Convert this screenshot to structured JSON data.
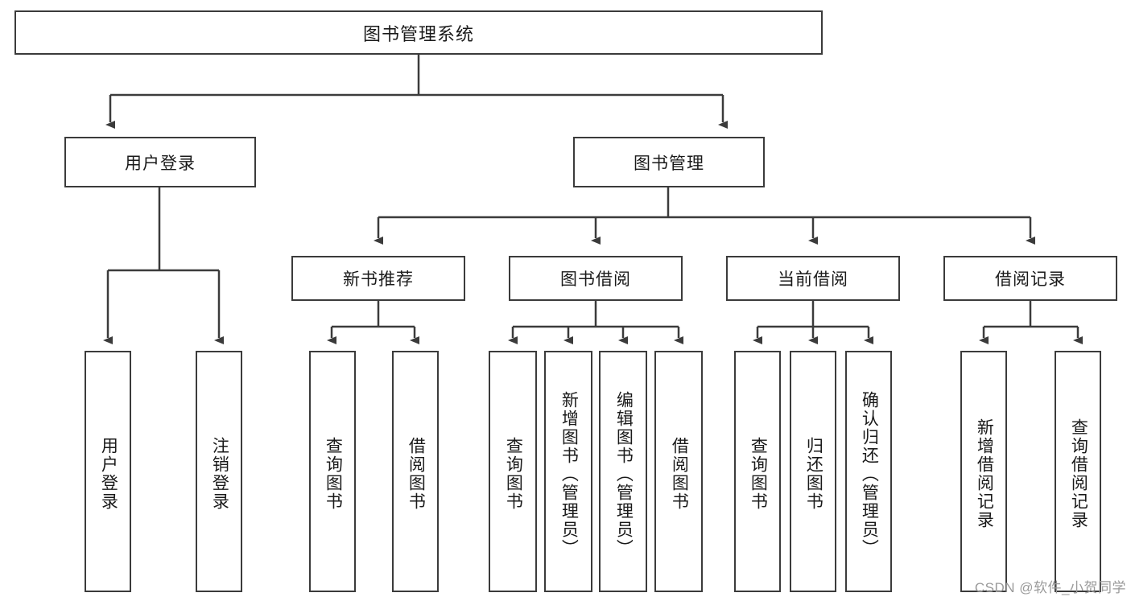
{
  "diagram": {
    "title": "图书管理系统",
    "type": "tree-hierarchy",
    "watermark": "CSDN @软件_小贺同学",
    "colors": {
      "stroke": "#3b3b3b",
      "fill": "#ffffff",
      "text": "#1a1a1a",
      "watermark": "#9a9a9a"
    },
    "levels": {
      "root": "图书管理系统",
      "level2": [
        "用户登录",
        "图书管理"
      ],
      "level3": [
        "新书推荐",
        "图书借阅",
        "当前借阅",
        "借阅记录"
      ]
    },
    "nodes": {
      "root": {
        "label": "图书管理系统"
      },
      "user_login": {
        "label": "用户登录"
      },
      "book_manage": {
        "label": "图书管理"
      },
      "new_book_rec": {
        "label": "新书推荐"
      },
      "book_borrow": {
        "label": "图书借阅"
      },
      "current_borrow": {
        "label": "当前借阅"
      },
      "borrow_record": {
        "label": "借阅记录"
      },
      "leaf_user_login": {
        "label": "用户登录"
      },
      "leaf_logout": {
        "label": "注销登录"
      },
      "leaf_query_book_1": {
        "label": "查询图书"
      },
      "leaf_borrow_book_1": {
        "label": "借阅图书"
      },
      "leaf_query_book_2": {
        "label": "查询图书"
      },
      "leaf_add_book": {
        "label": "新增图书（管理员）"
      },
      "leaf_edit_book": {
        "label": "编辑图书（管理员）"
      },
      "leaf_borrow_book_2": {
        "label": "借阅图书"
      },
      "leaf_query_book_3": {
        "label": "查询图书"
      },
      "leaf_return_book": {
        "label": "归还图书"
      },
      "leaf_confirm_return": {
        "label": "确认归还（管理员）"
      },
      "leaf_add_record": {
        "label": "新增借阅记录"
      },
      "leaf_query_record": {
        "label": "查询借阅记录"
      }
    }
  }
}
